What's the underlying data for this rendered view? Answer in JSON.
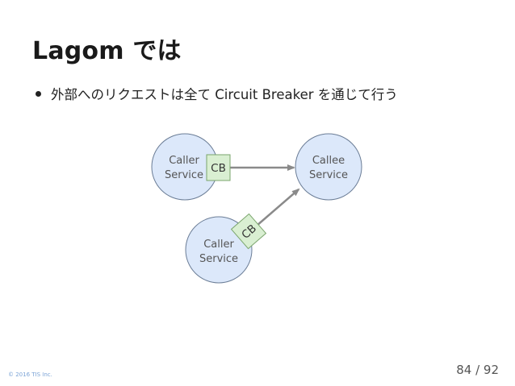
{
  "slide": {
    "title": "Lagom では",
    "bullet": "外部へのリクエストは全て Circuit Breaker を通じて行う",
    "footer": "© 2016 TIS Inc.",
    "page_number": "84 / 92"
  },
  "diagram": {
    "nodes": {
      "caller_top": {
        "line1": "Caller",
        "line2": "Service"
      },
      "callee": {
        "line1": "Callee",
        "line2": "Service"
      },
      "caller_bottom": {
        "line1": "Caller",
        "line2": "Service"
      }
    },
    "circuit_breakers": {
      "top": "CB",
      "bottom": "CB"
    }
  },
  "colors": {
    "node_fill": "#dce8fa",
    "node_stroke": "#6b7d96",
    "cb_fill": "#d9efd2",
    "cb_stroke": "#7aa56c",
    "arrow": "#8a8a8a",
    "footer_text": "#7ba3d6"
  }
}
